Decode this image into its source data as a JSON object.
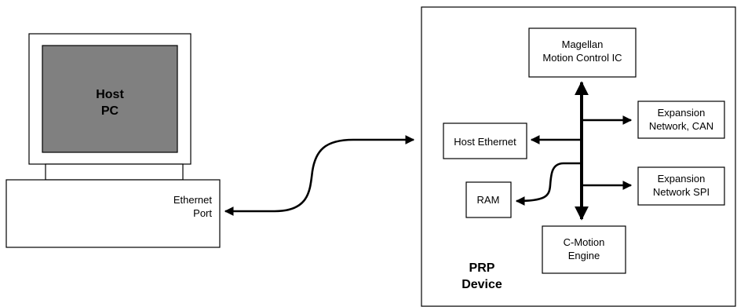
{
  "host": {
    "label_line1": "Host",
    "label_line2": "PC",
    "port_line1": "Ethernet",
    "port_line2": "Port"
  },
  "device": {
    "label_line1": "PRP",
    "label_line2": "Device",
    "magellan_line1": "Magellan",
    "magellan_line2": "Motion Control IC",
    "host_ethernet": "Host Ethernet",
    "expansion_can_line1": "Expansion",
    "expansion_can_line2": "Network, CAN",
    "expansion_spi_line1": "Expansion",
    "expansion_spi_line2": "Network SPI",
    "ram": "RAM",
    "cmotion_line1": "C-Motion",
    "cmotion_line2": "Engine"
  },
  "colors": {
    "screen_fill": "#808080",
    "line": "#000000",
    "background": "#ffffff"
  }
}
